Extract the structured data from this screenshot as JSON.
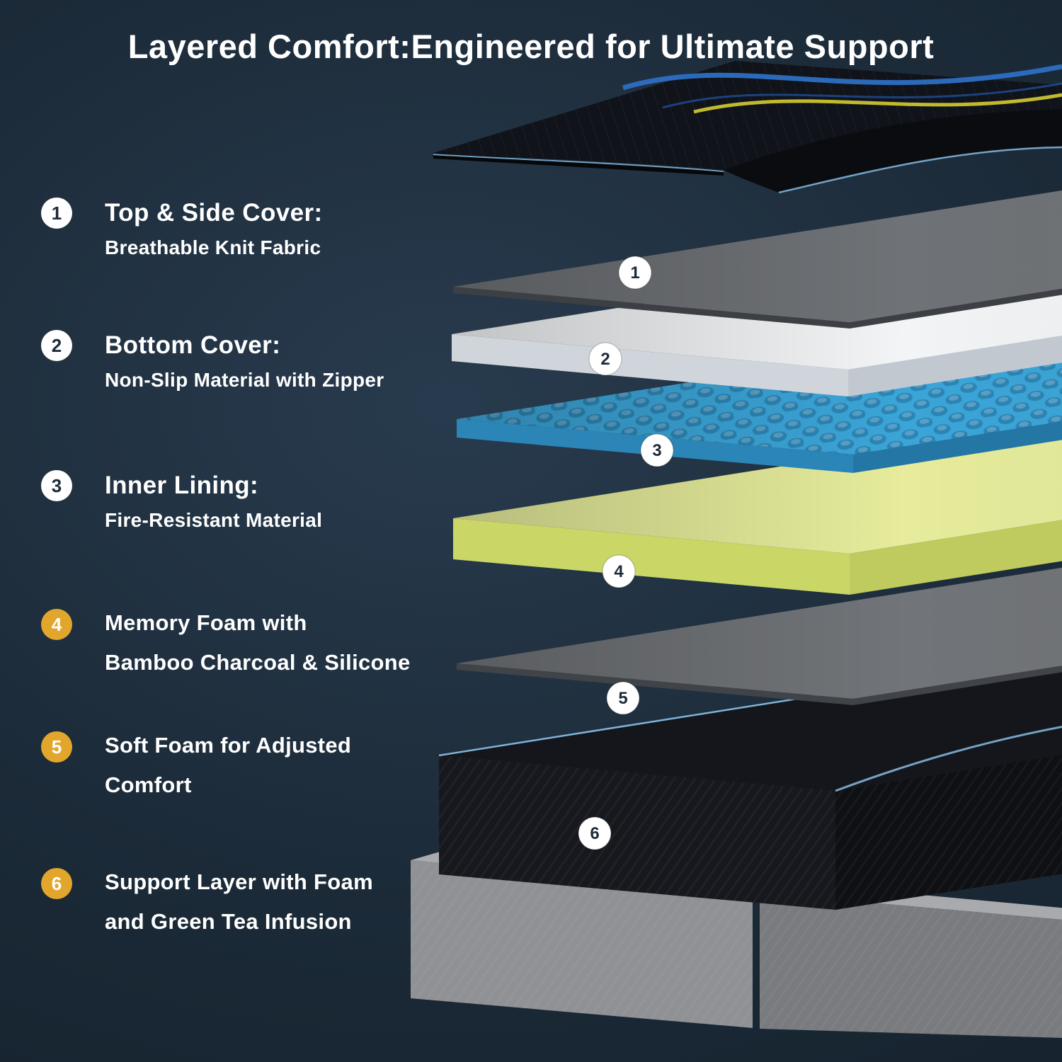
{
  "title": "Layered Comfort:Engineered for Ultimate Support",
  "legend": {
    "items": [
      {
        "number": "1",
        "line1": "Top & Side Cover:",
        "line2": "Breathable Knit Fabric",
        "badge_style": "white"
      },
      {
        "number": "2",
        "line1": "Bottom Cover:",
        "line2": "Non-Slip Material with Zipper",
        "badge_style": "white"
      },
      {
        "number": "3",
        "line1": "Inner Lining:",
        "line2": "Fire-Resistant Material",
        "badge_style": "white"
      },
      {
        "number": "4",
        "line1": "Memory Foam with",
        "line2": "Bamboo Charcoal & Silicone",
        "badge_style": "yellow"
      },
      {
        "number": "5",
        "line1": "Soft Foam for Adjusted",
        "line2": "Comfort",
        "badge_style": "yellow"
      },
      {
        "number": "6",
        "line1": "Support Layer with Foam",
        "line2": "and Green Tea Infusion",
        "badge_style": "yellow"
      }
    ]
  },
  "diagram": {
    "badge_numbers": [
      "1",
      "2",
      "3",
      "4",
      "5",
      "6"
    ],
    "badge_fill": "#ffffff",
    "badge_text_color": "#1d2b3a",
    "layers": [
      {
        "name": "top-and-side-cover",
        "top_color": "#10131a",
        "drape_color": "#0a0c10",
        "wave_blue": "#2d6fc2",
        "wave_blue_dark": "#1f4f96",
        "wave_yellow": "#ccc32f",
        "piping": "#7fb3d8"
      },
      {
        "name": "cover-sheet",
        "top_color": "#6f7276",
        "edge_color": "#3c3f43"
      },
      {
        "name": "bottom-cover",
        "top_color": "#f2f4f6",
        "front_color": "#cfd5da",
        "side_color": "#c2c8cf"
      },
      {
        "name": "inner-lining",
        "top_color": "#3ba5d8",
        "front_color": "#2b85b6",
        "side_color": "#2476a5"
      },
      {
        "name": "memory-foam",
        "top_color": "#e6ec9b",
        "front_color": "#cad666",
        "side_color": "#bfcb5e"
      },
      {
        "name": "soft-foam",
        "top_color": "#717478",
        "edge_color": "#404347"
      },
      {
        "name": "support-layer",
        "top_color": "#14161b",
        "front_color": "#17181d",
        "side_color": "#0f1014",
        "piping": "#7fb3d8"
      },
      {
        "name": "foundation-base",
        "top_color": "#a8aaad",
        "front_color": "#8f9194",
        "front_dark_color": "#797b7f"
      }
    ]
  },
  "colors": {
    "background": "#1c2b39",
    "title_color": "#ffffff",
    "legend_text_color": "#ffffff",
    "badge_white": "#ffffff",
    "badge_white_text": "#1d2b3a",
    "badge_yellow": "#e2a62c",
    "badge_yellow_text": "#ffffff"
  }
}
